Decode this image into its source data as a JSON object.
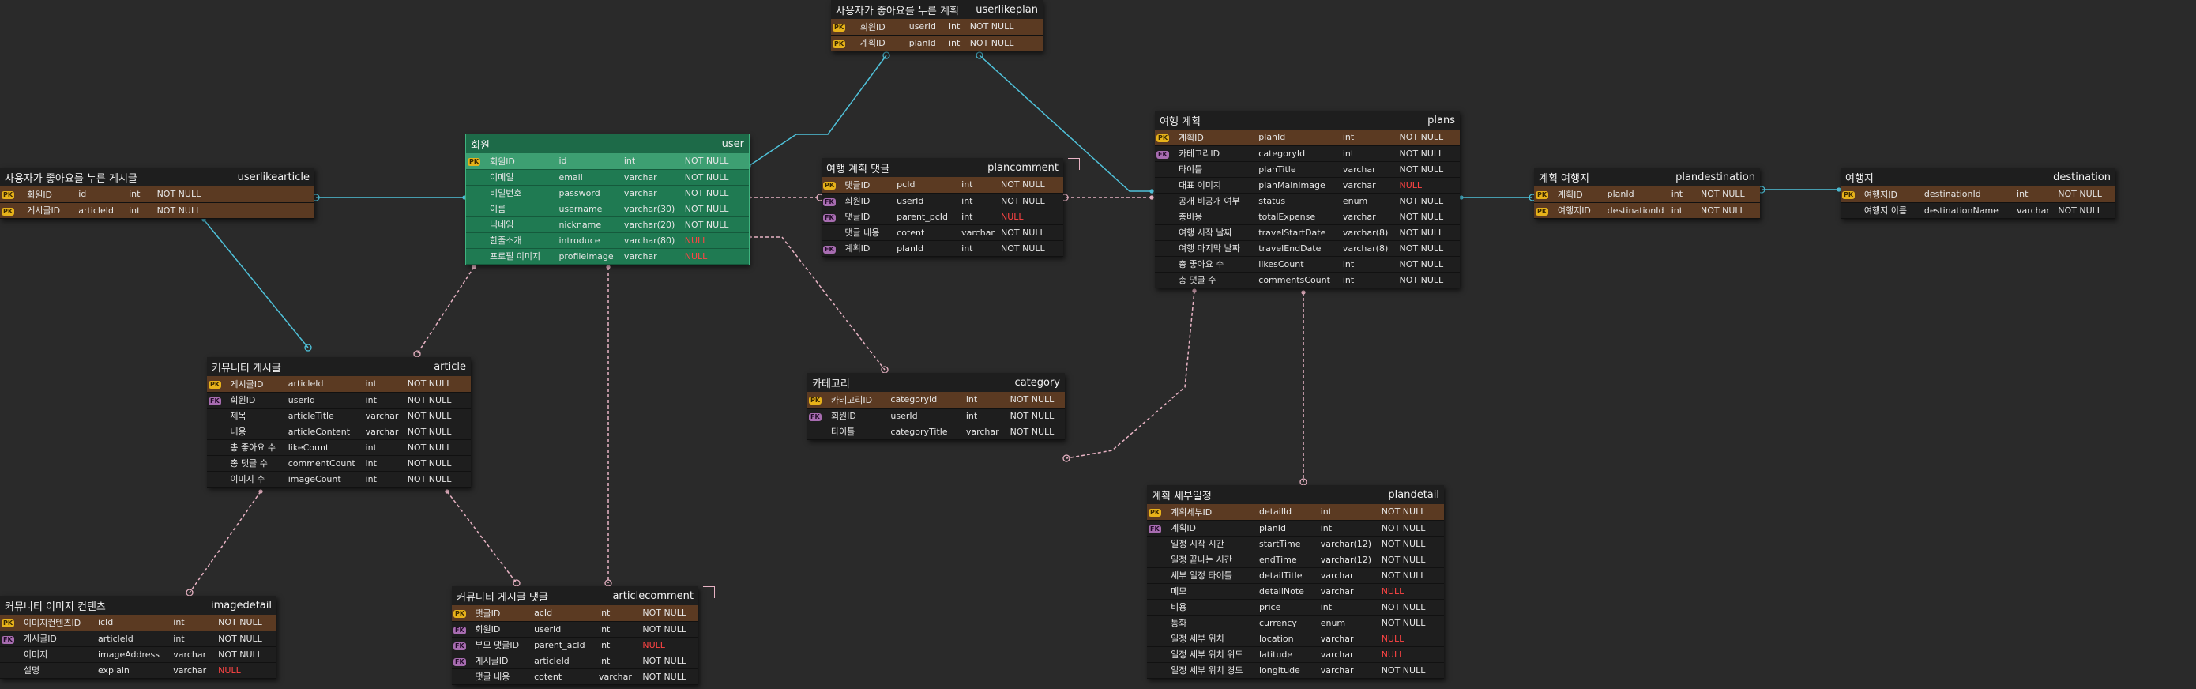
{
  "tables": [
    {
      "id": "userlikeplan",
      "label": "사용자가 좋아요를 누른 계획",
      "name": "userlikeplan",
      "columns": [
        {
          "label": "회원ID",
          "name": "userId",
          "type": "int",
          "nullable": "NOT NULL",
          "key": "pk-fk"
        },
        {
          "label": "계획ID",
          "name": "planId",
          "type": "int",
          "nullable": "NOT NULL",
          "key": "pk-fk"
        }
      ]
    },
    {
      "id": "userlikearticle",
      "label": "사용자가 좋아요를 누른 게시글",
      "name": "userlikearticle",
      "columns": [
        {
          "label": "회원ID",
          "name": "id",
          "type": "int",
          "nullable": "NOT NULL",
          "key": "pk-fk"
        },
        {
          "label": "게시글ID",
          "name": "articleId",
          "type": "int",
          "nullable": "NOT NULL",
          "key": "pk-fk"
        }
      ]
    },
    {
      "id": "user",
      "label": "회원",
      "name": "user",
      "selected": true,
      "columns": [
        {
          "label": "회원ID",
          "name": "id",
          "type": "int",
          "nullable": "NOT NULL",
          "key": "pk"
        },
        {
          "label": "이메일",
          "name": "email",
          "type": "varchar",
          "nullable": "NOT NULL",
          "key": ""
        },
        {
          "label": "비밀번호",
          "name": "password",
          "type": "varchar",
          "nullable": "NOT NULL",
          "key": ""
        },
        {
          "label": "이름",
          "name": "username",
          "type": "varchar(30)",
          "nullable": "NOT NULL",
          "key": ""
        },
        {
          "label": "닉네임",
          "name": "nickname",
          "type": "varchar(20)",
          "nullable": "NOT NULL",
          "key": ""
        },
        {
          "label": "한줄소개",
          "name": "introduce",
          "type": "varchar(80)",
          "nullable": "NULL",
          "key": ""
        },
        {
          "label": "프로필 이미지",
          "name": "profileImage",
          "type": "varchar",
          "nullable": "NULL",
          "key": ""
        }
      ]
    },
    {
      "id": "plancomment",
      "label": "여행 계획 댓글",
      "name": "plancomment",
      "columns": [
        {
          "label": "댓글ID",
          "name": "pcId",
          "type": "int",
          "nullable": "NOT NULL",
          "key": "pk"
        },
        {
          "label": "회원ID",
          "name": "userId",
          "type": "int",
          "nullable": "NOT NULL",
          "key": "fk"
        },
        {
          "label": "댓글ID",
          "name": "parent_pcId",
          "type": "int",
          "nullable": "NULL",
          "key": "fk"
        },
        {
          "label": "댓글 내용",
          "name": "cotent",
          "type": "varchar",
          "nullable": "NOT NULL",
          "key": ""
        },
        {
          "label": "계획ID",
          "name": "planId",
          "type": "int",
          "nullable": "NOT NULL",
          "key": "fk"
        }
      ]
    },
    {
      "id": "plans",
      "label": "여행 계획",
      "name": "plans",
      "columns": [
        {
          "label": "계획ID",
          "name": "planId",
          "type": "int",
          "nullable": "NOT NULL",
          "key": "pk"
        },
        {
          "label": "카테고리ID",
          "name": "categoryId",
          "type": "int",
          "nullable": "NOT NULL",
          "key": "fk"
        },
        {
          "label": "타이틀",
          "name": "planTitle",
          "type": "varchar",
          "nullable": "NOT NULL",
          "key": ""
        },
        {
          "label": "대표 이미지",
          "name": "planMainImage",
          "type": "varchar",
          "nullable": "NULL",
          "key": ""
        },
        {
          "label": "공개 비공개 여부",
          "name": "status",
          "type": "enum",
          "nullable": "NOT NULL",
          "key": ""
        },
        {
          "label": "총비용",
          "name": "totalExpense",
          "type": "varchar",
          "nullable": "NOT NULL",
          "key": ""
        },
        {
          "label": "여행 시작 날짜",
          "name": "travelStartDate",
          "type": "varchar(8)",
          "nullable": "NOT NULL",
          "key": ""
        },
        {
          "label": "여행 마지막 날짜",
          "name": "travelEndDate",
          "type": "varchar(8)",
          "nullable": "NOT NULL",
          "key": ""
        },
        {
          "label": "총 좋아요 수",
          "name": "likesCount",
          "type": "int",
          "nullable": "NOT NULL",
          "key": ""
        },
        {
          "label": "총 댓글 수",
          "name": "commentsCount",
          "type": "int",
          "nullable": "NOT NULL",
          "key": ""
        }
      ]
    },
    {
      "id": "plandestination",
      "label": "계획 여행지",
      "name": "plandestination",
      "columns": [
        {
          "label": "계획ID",
          "name": "planId",
          "type": "int",
          "nullable": "NOT NULL",
          "key": "pk-fk"
        },
        {
          "label": "여행지ID",
          "name": "destinationId",
          "type": "int",
          "nullable": "NOT NULL",
          "key": "pk-fk"
        }
      ]
    },
    {
      "id": "destination",
      "label": "여행지",
      "name": "destination",
      "columns": [
        {
          "label": "여행지ID",
          "name": "destinationId",
          "type": "int",
          "nullable": "NOT NULL",
          "key": "pk"
        },
        {
          "label": "여행지 이름",
          "name": "destinationName",
          "type": "varchar",
          "nullable": "NOT NULL",
          "key": ""
        }
      ]
    },
    {
      "id": "article",
      "label": "커뮤니티 게시글",
      "name": "article",
      "columns": [
        {
          "label": "게시글ID",
          "name": "articleId",
          "type": "int",
          "nullable": "NOT NULL",
          "key": "pk"
        },
        {
          "label": "회원ID",
          "name": "userId",
          "type": "int",
          "nullable": "NOT NULL",
          "key": "fk"
        },
        {
          "label": "제목",
          "name": "articleTitle",
          "type": "varchar",
          "nullable": "NOT NULL",
          "key": ""
        },
        {
          "label": "내용",
          "name": "articleContent",
          "type": "varchar",
          "nullable": "NOT NULL",
          "key": ""
        },
        {
          "label": "총 좋아요 수",
          "name": "likeCount",
          "type": "int",
          "nullable": "NOT NULL",
          "key": ""
        },
        {
          "label": "총 댓글 수",
          "name": "commentCount",
          "type": "int",
          "nullable": "NOT NULL",
          "key": ""
        },
        {
          "label": "이미지 수",
          "name": "imageCount",
          "type": "int",
          "nullable": "NOT NULL",
          "key": ""
        }
      ]
    },
    {
      "id": "category",
      "label": "카테고리",
      "name": "category",
      "columns": [
        {
          "label": "카테고리ID",
          "name": "categoryId",
          "type": "int",
          "nullable": "NOT NULL",
          "key": "pk"
        },
        {
          "label": "회원ID",
          "name": "userId",
          "type": "int",
          "nullable": "NOT NULL",
          "key": "fk"
        },
        {
          "label": "타이틀",
          "name": "categoryTitle",
          "type": "varchar",
          "nullable": "NOT NULL",
          "key": ""
        }
      ]
    },
    {
      "id": "plandetail",
      "label": "계획 세부일정",
      "name": "plandetail",
      "columns": [
        {
          "label": "계획세부ID",
          "name": "detailId",
          "type": "int",
          "nullable": "NOT NULL",
          "key": "pk"
        },
        {
          "label": "계획ID",
          "name": "planId",
          "type": "int",
          "nullable": "NOT NULL",
          "key": "fk"
        },
        {
          "label": "일정 시작 시간",
          "name": "startTime",
          "type": "varchar(12)",
          "nullable": "NOT NULL",
          "key": ""
        },
        {
          "label": "일정 끝나는 시간",
          "name": "endTime",
          "type": "varchar(12)",
          "nullable": "NOT NULL",
          "key": ""
        },
        {
          "label": "세부 일정 타이틀",
          "name": "detailTitle",
          "type": "varchar",
          "nullable": "NOT NULL",
          "key": ""
        },
        {
          "label": "메모",
          "name": "detailNote",
          "type": "varchar",
          "nullable": "NULL",
          "key": ""
        },
        {
          "label": "비용",
          "name": "price",
          "type": "int",
          "nullable": "NOT NULL",
          "key": ""
        },
        {
          "label": "통화",
          "name": "currency",
          "type": "enum",
          "nullable": "NOT NULL",
          "key": ""
        },
        {
          "label": "일정 세부 위치",
          "name": "location",
          "type": "varchar",
          "nullable": "NULL",
          "key": ""
        },
        {
          "label": "일정 세부 위치 위도",
          "name": "latitude",
          "type": "varchar",
          "nullable": "NULL",
          "key": ""
        },
        {
          "label": "일정 세부 위치 경도",
          "name": "longitude",
          "type": "varchar",
          "nullable": "NOT NULL",
          "key": ""
        }
      ]
    },
    {
      "id": "imagedetail",
      "label": "커뮤니티 이미지 컨텐츠",
      "name": "imagedetail",
      "columns": [
        {
          "label": "이미지컨텐츠ID",
          "name": "icId",
          "type": "int",
          "nullable": "NOT NULL",
          "key": "pk"
        },
        {
          "label": "게시글ID",
          "name": "articleId",
          "type": "int",
          "nullable": "NOT NULL",
          "key": "fk"
        },
        {
          "label": "이미지",
          "name": "imageAddress",
          "type": "varchar",
          "nullable": "NOT NULL",
          "key": ""
        },
        {
          "label": "설명",
          "name": "explain",
          "type": "varchar",
          "nullable": "NULL",
          "key": ""
        }
      ]
    },
    {
      "id": "articlecomment",
      "label": "커뮤니티 게시글 댓글",
      "name": "articlecomment",
      "columns": [
        {
          "label": "댓글ID",
          "name": "acId",
          "type": "int",
          "nullable": "NOT NULL",
          "key": "pk"
        },
        {
          "label": "회원ID",
          "name": "userId",
          "type": "int",
          "nullable": "NOT NULL",
          "key": "fk"
        },
        {
          "label": "부모 댓글ID",
          "name": "parent_acId",
          "type": "int",
          "nullable": "NULL",
          "key": "fk"
        },
        {
          "label": "게시글ID",
          "name": "articleId",
          "type": "int",
          "nullable": "NOT NULL",
          "key": "fk"
        },
        {
          "label": "댓글 내용",
          "name": "cotent",
          "type": "varchar",
          "nullable": "NOT NULL",
          "key": ""
        }
      ]
    }
  ],
  "key_labels": {
    "pk": "PK",
    "fk": "FK",
    "pk-fk": "PK"
  },
  "colors": {
    "identifying": "#4fc1d9",
    "nonidentifying": "#e8b3c4",
    "pk_row": "#5b3a22",
    "selected": "#1d6a48",
    "null_text": "#ff4444"
  }
}
